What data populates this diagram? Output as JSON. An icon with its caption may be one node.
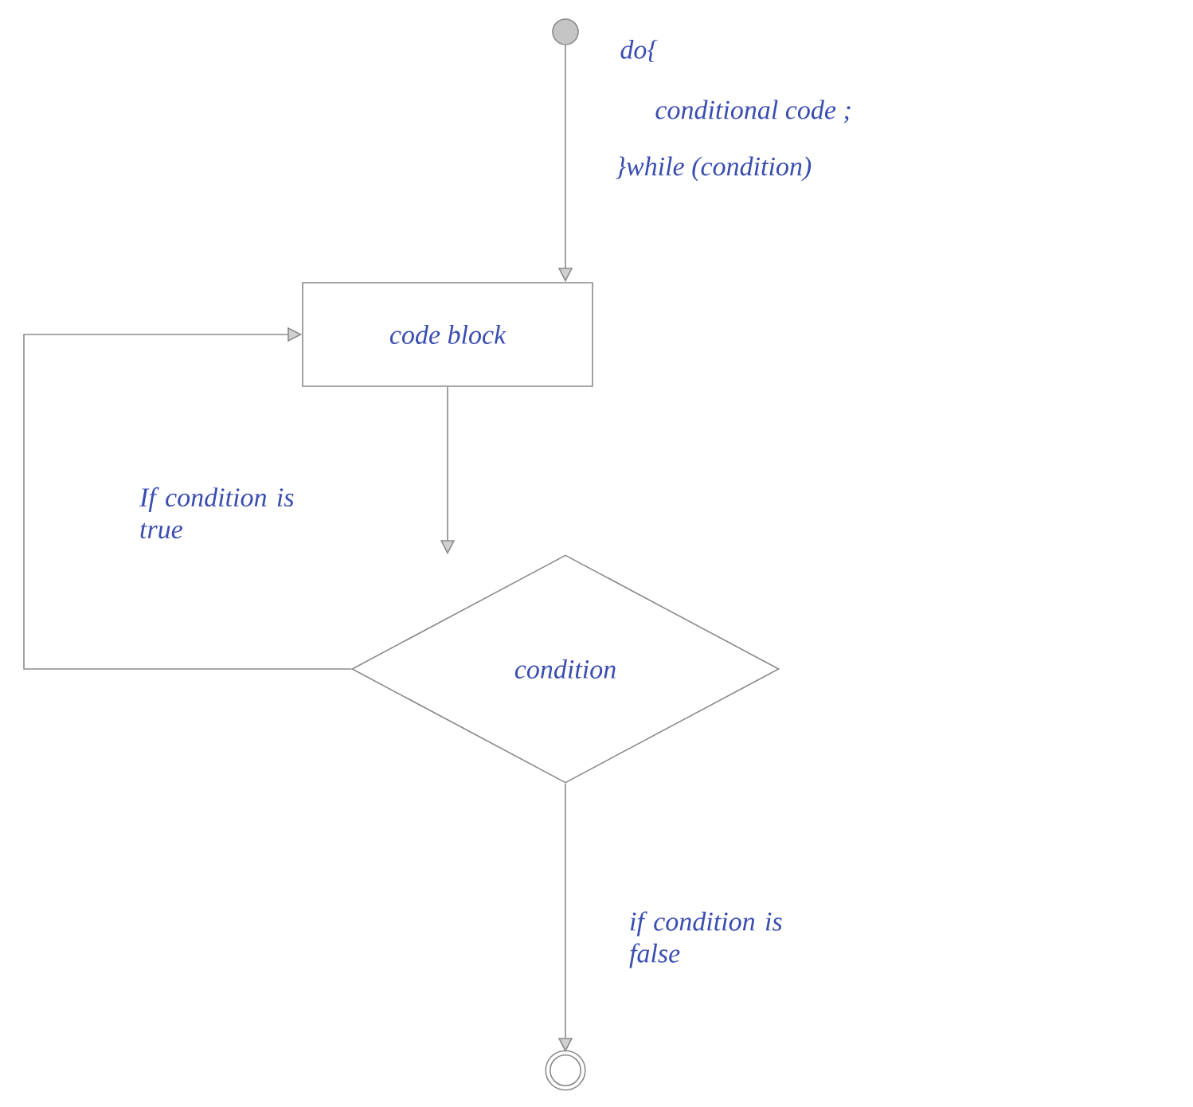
{
  "diagram": {
    "nodes": [
      {
        "text": [],
        "shape": "circle"
      },
      {
        "text": [
          "code block"
        ]
      },
      {
        "text": [
          "condition"
        ]
      },
      {
        "text": [],
        "shape": "circle"
      }
    ],
    "edges": [
      {
        "from": 0,
        "to": 1,
        "arrow": "to"
      },
      {
        "from": 1,
        "to": 2,
        "arrow": "to"
      },
      {
        "from": 2,
        "to": 1,
        "arrow": "to",
        "label": "If condition is true"
      },
      {
        "from": 2,
        "to": 3,
        "arrow": "to",
        "label": "if condition is false"
      }
    ],
    "labels": [
      "do{",
      "conditional code ;",
      "}while (condition)"
    ]
  }
}
